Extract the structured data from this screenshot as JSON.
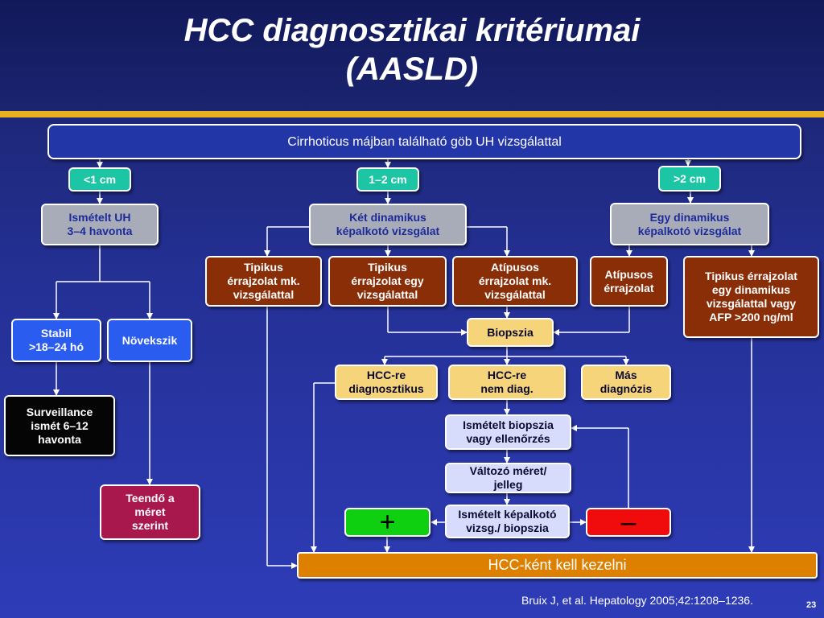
{
  "title_line1": "HCC diagnosztikai kritériumai",
  "title_line2": "(AASLD)",
  "top": "Cirrhoticus májban található göb UH vizsgálattal",
  "size_small": "<1 cm",
  "size_mid": "1–2 cm",
  "size_large": ">2 cm",
  "repeat_us": "Ismételt UH\n3–4 havonta",
  "two_dynamic": "Két dinamikus\nképalkotó vizsgálat",
  "one_dynamic": "Egy dinamikus\nképalkotó vizsgálat",
  "typical_both": "Tipikus\nérrajzolat mk.\nvizsgálattal",
  "typical_one": "Tipikus\nérrajzolat egy\nvizsgálattal",
  "atypical_both": "Atípusos\nérrajzolat mk.\nvizsgálattal",
  "atypical": "Atípusos\nérrajzolat",
  "typical_afp": "Tipikus érrajzolat\negy dinamikus\nvizsgálattal vagy\nAFP >200 ng/ml",
  "stable": "Stabil\n>18–24 hó",
  "growing": "Növekszik",
  "surveillance": "Surveillance\nismét 6–12\nhavonta",
  "by_size": "Teendő a\nméret\nszerint",
  "biopsy": "Biopszia",
  "hcc_diag": "HCC-re\ndiagnosztikus",
  "hcc_nondiag": "HCC-re\nnem diag.",
  "other_diag": "Más\ndiagnózis",
  "repeat_biopsy": "Ismételt biopszia\nvagy ellenőrzés",
  "change": "Változó méret/\njelleg",
  "repeat_imaging": "Ismételt képalkotó\nvizsg./ biopszia",
  "plus": "+",
  "minus": "–",
  "treat_hcc": "HCC-ként kell kezelni",
  "citation": "Bruix J, et al. Hepatology 2005;42:1208–1236.",
  "page": "23"
}
